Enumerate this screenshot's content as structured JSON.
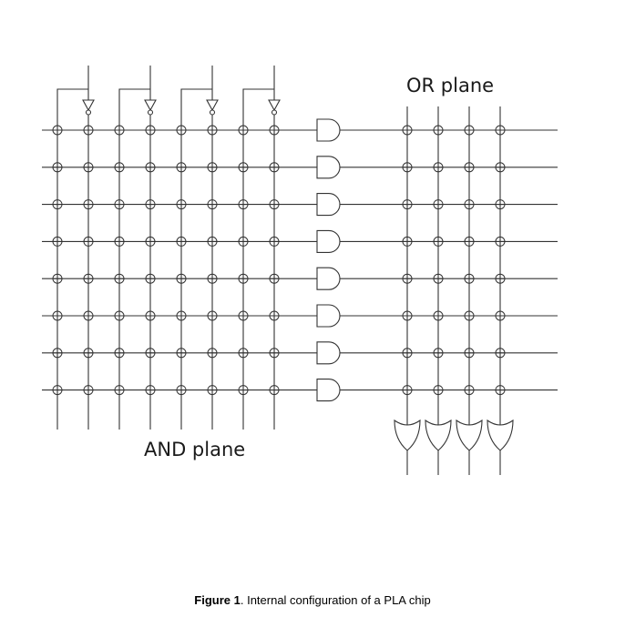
{
  "labels": {
    "or_plane": "OR plane",
    "and_plane": "AND plane"
  },
  "caption": {
    "prefix": "Figure 1",
    "text": ". Internal configuration of a PLA chip"
  },
  "structure": {
    "inputs": 4,
    "product_terms": 8,
    "outputs": 4
  },
  "colors": {
    "line": "#333333",
    "background": "#ffffff"
  }
}
